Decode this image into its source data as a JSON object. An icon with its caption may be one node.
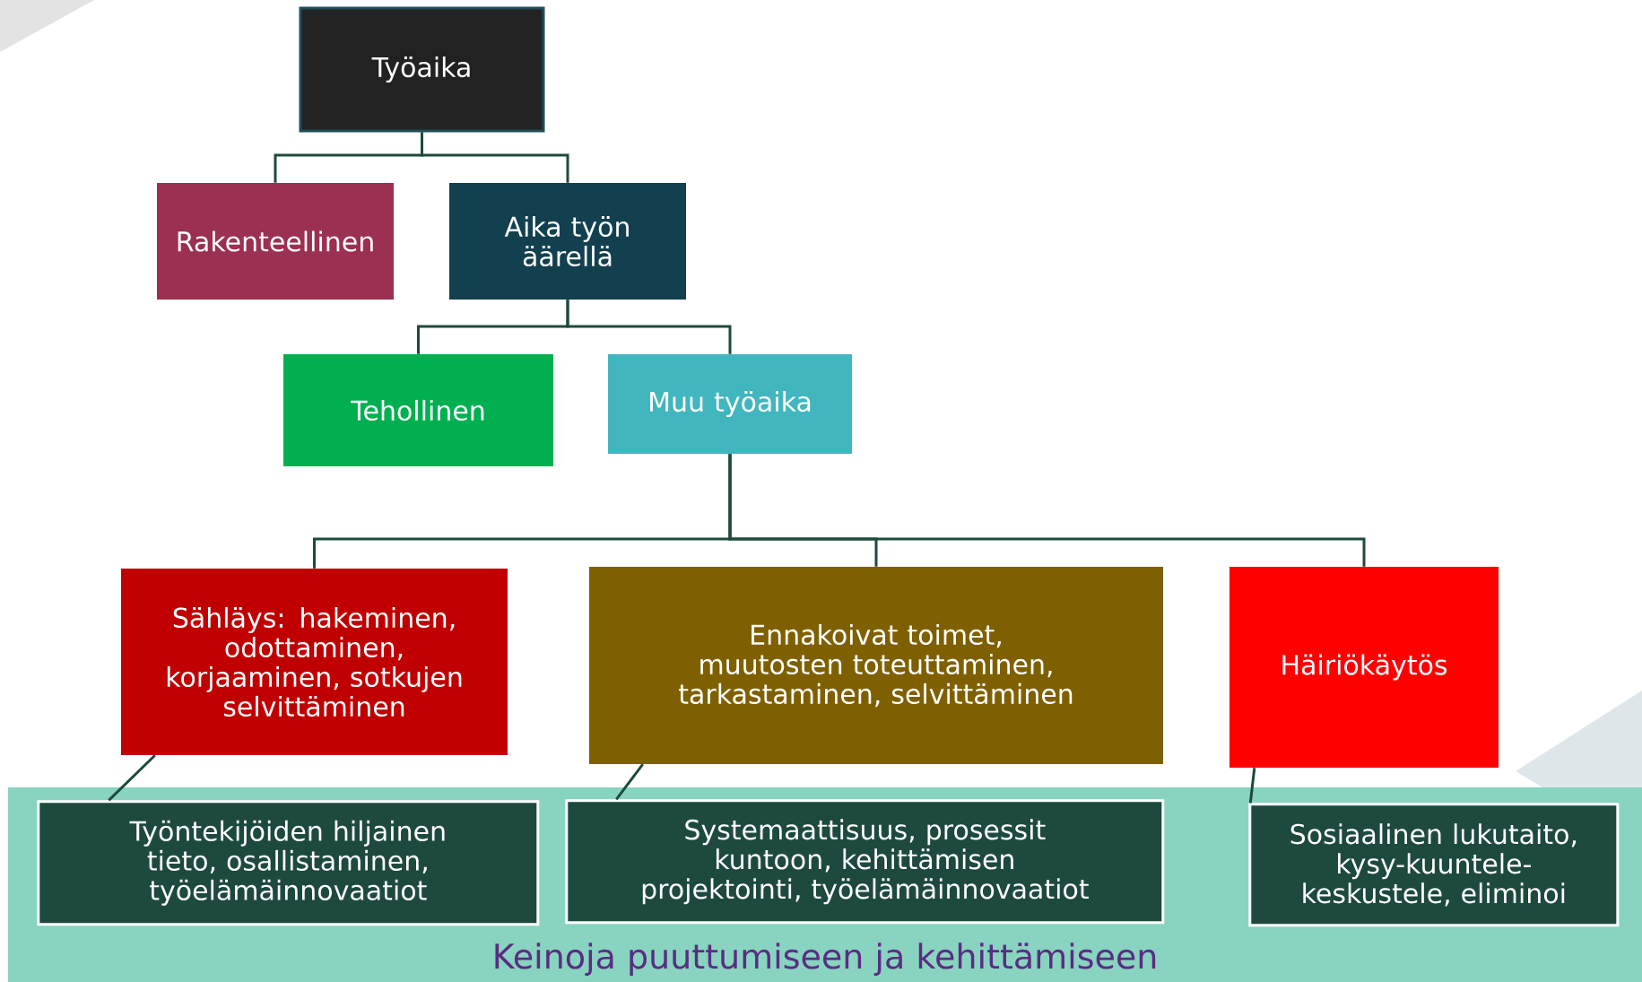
{
  "diagram": {
    "nodes": [
      {
        "text": [
          "Työaika"
        ]
      },
      {
        "text": [
          "Rakenteellinen"
        ]
      },
      {
        "text": [
          "Aika työn äärellä"
        ]
      },
      {
        "text": [
          "Tehollinen"
        ]
      },
      {
        "text": [
          "Muu työaika"
        ]
      },
      {
        "text": [
          "Sähläys: hakeminen, odottaminen, korjaaminen, sotkujen selvittäminen"
        ]
      },
      {
        "text": [
          "Ennakoivat toimet, muutosten toteuttaminen, tarkastaminen, selvittäminen"
        ]
      },
      {
        "text": [
          "Häiriökäytös"
        ]
      },
      {
        "text": [
          "Keinoja puuttumiseen ja kehittämiseen"
        ]
      },
      {
        "text": [
          "Työntekijöiden hiljainen tieto, osallistaminen, työelämäinnovaatiot"
        ],
        "in": 8
      },
      {
        "text": [
          "Systemaattisuus, prosessit kuntoon, kehittämisen projektointi, työelämäinnovaatiot"
        ],
        "in": 8
      },
      {
        "text": [
          "Sosiaalinen lukutaito, kysy-kuuntele-keskustele, eliminoi"
        ],
        "in": 8
      }
    ],
    "edges": [
      {
        "from": 0,
        "to": 1,
        "arrow": "none"
      },
      {
        "from": 0,
        "to": 2,
        "arrow": "none"
      },
      {
        "from": 2,
        "to": 3,
        "arrow": "none"
      },
      {
        "from": 2,
        "to": 4,
        "arrow": "none"
      },
      {
        "from": 4,
        "to": 5,
        "arrow": "none"
      },
      {
        "from": 4,
        "to": 6,
        "arrow": "none"
      },
      {
        "from": 4,
        "to": 7,
        "arrow": "none"
      },
      {
        "from": 5,
        "to": 9,
        "arrow": "none"
      },
      {
        "from": 6,
        "to": 10,
        "arrow": "none"
      },
      {
        "from": 7,
        "to": 11,
        "arrow": "none"
      }
    ]
  }
}
